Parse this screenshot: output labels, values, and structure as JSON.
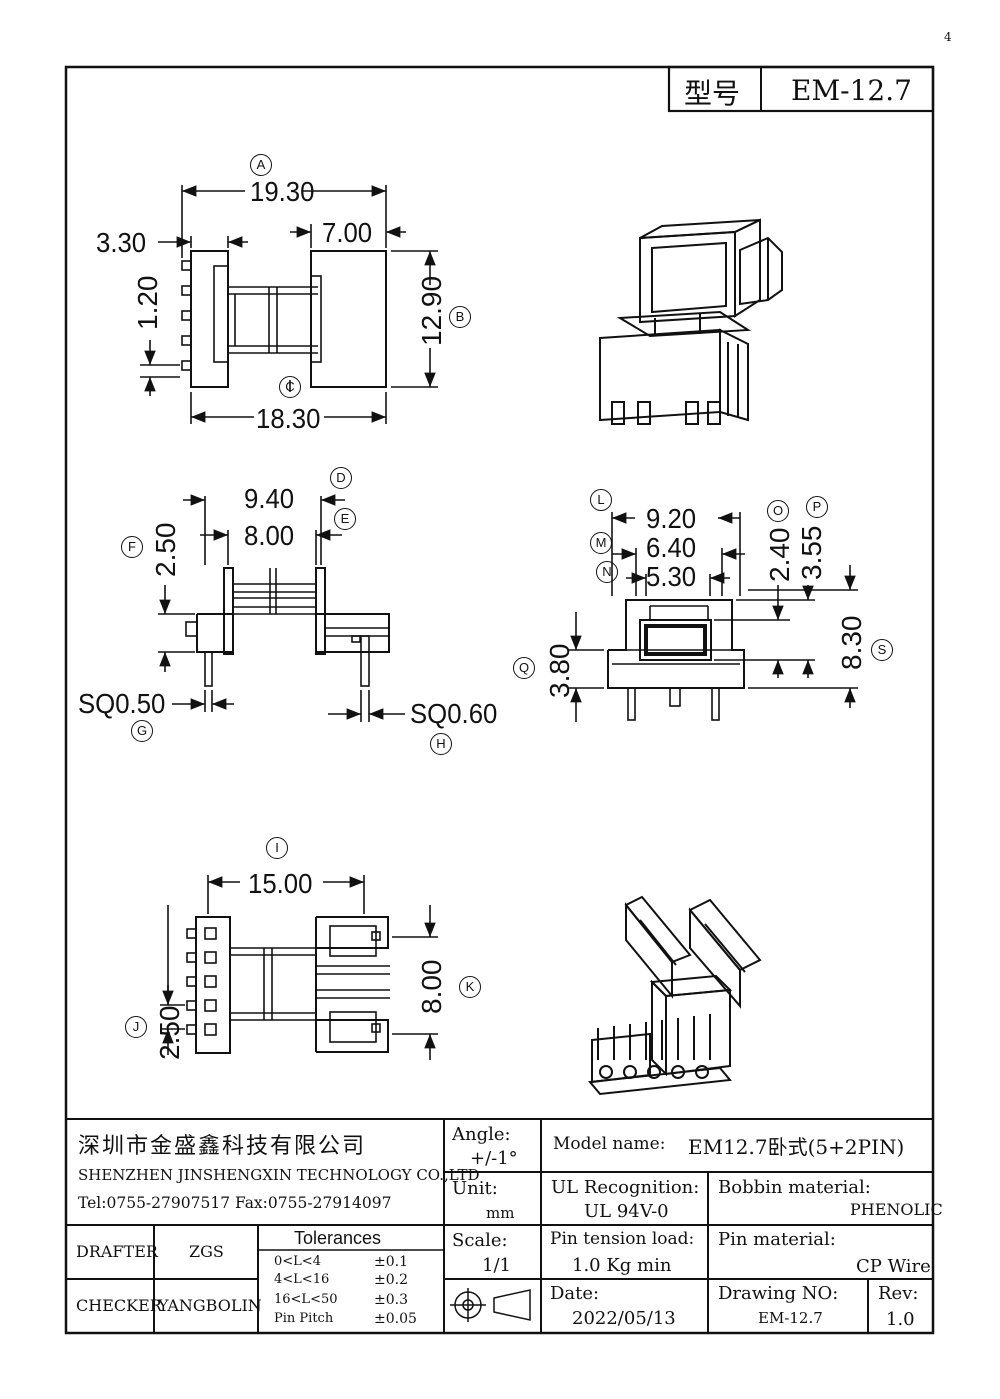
{
  "corner_mark": "4",
  "title_block_top": {
    "label": "型号",
    "value": "EM-12.7"
  },
  "dimensions": {
    "A": "19.30",
    "B": "12.90",
    "C": "18.30",
    "d330": "3.30",
    "d700": "7.00",
    "d120": "1.20",
    "D": "9.40",
    "E": "8.00",
    "F": "2.50",
    "G": "SQ0.50",
    "H": "SQ0.60",
    "L": "9.20",
    "M": "6.40",
    "N": "5.30",
    "O": "2.40",
    "P": "3.55",
    "Q": "3.80",
    "S": "8.30",
    "I": "15.00",
    "J": "2.50",
    "K": "8.00"
  },
  "labels": [
    "A",
    "B",
    "C",
    "D",
    "E",
    "F",
    "G",
    "H",
    "I",
    "J",
    "K",
    "L",
    "M",
    "N",
    "O",
    "P",
    "Q",
    "S"
  ],
  "company": {
    "name_cn": "深圳市金盛鑫科技有限公司",
    "name_en": "SHENZHEN JINSHENGXIN TECHNOLOGY CO.,LTD",
    "contact": "Tel:0755-27907517   Fax:0755-27914097"
  },
  "people": {
    "drafter_label": "DRAFTER",
    "drafter": "ZGS",
    "checker_label": "CHECKER",
    "checker": "YANGBOLIN"
  },
  "tolerances": {
    "title": "Tolerances",
    "rows": [
      {
        "range": "0<L<4",
        "value": "±0.1"
      },
      {
        "range": "4<L<16",
        "value": "±0.2"
      },
      {
        "range": "16<L<50",
        "value": "±0.3"
      },
      {
        "range": "Pin Pitch",
        "value": "±0.05"
      }
    ]
  },
  "angle": {
    "label": "Angle:",
    "value": "+/-1°"
  },
  "unit": {
    "label": "Unit:",
    "value": "mm"
  },
  "scale": {
    "label": "Scale:",
    "value": "1/1"
  },
  "model": {
    "label": "Model name:",
    "value": "EM12.7卧式(5+2PIN)"
  },
  "ul": {
    "label": "UL Recognition:",
    "value": "UL 94V-0"
  },
  "bobbin": {
    "label": "Bobbin material:",
    "value": "PHENOLIC"
  },
  "pin_tension": {
    "label": "Pin tension load:",
    "value": "1.0 Kg min"
  },
  "pin_material": {
    "label": "Pin material:",
    "value": "CP Wire"
  },
  "date": {
    "label": "Date:",
    "value": "2022/05/13"
  },
  "drawing_no": {
    "label": "Drawing NO:",
    "value": "EM-12.7"
  },
  "rev": {
    "label": "Rev:",
    "value": "1.0"
  }
}
